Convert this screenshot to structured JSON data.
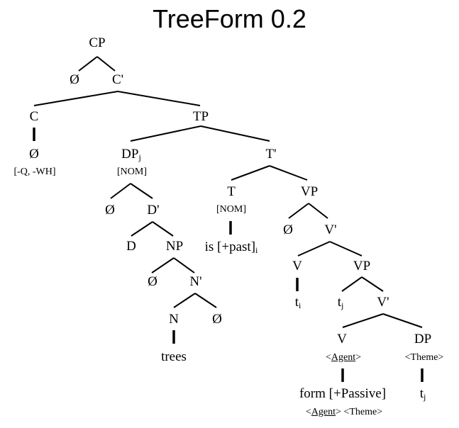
{
  "title": "TreeForm 0.2",
  "tree": {
    "cp": "CP",
    "cp_spec": "Ø",
    "c_bar": "C'",
    "c": "C",
    "c_head": "Ø",
    "c_features": "[-Q, -WH]",
    "tp": "TP",
    "dp": "DP",
    "dp_index": "j",
    "dp_case": "[NOM]",
    "dp_spec": "Ø",
    "d_bar": "D'",
    "d": "D",
    "np": "NP",
    "np_spec": "Ø",
    "n_bar": "N'",
    "n": "N",
    "n_comp": "Ø",
    "n_word": "trees",
    "t_bar": "T'",
    "t": "T",
    "t_case": "[NOM]",
    "t_word": "is [+past]",
    "t_index": "i",
    "vp1": "VP",
    "vp1_spec": "Ø",
    "v_bar1": "V'",
    "v1": "V",
    "trace_i": "t",
    "trace_i_index": "i",
    "vp2": "VP",
    "trace_j1": "t",
    "trace_j1_index": "j",
    "v_bar2": "V'",
    "v2": "V",
    "v2_role_open": "<",
    "v2_role": "Agent",
    "v2_role_close": ">",
    "dp2": "DP",
    "dp2_role": "<Theme>",
    "v_word": "form [+Passive]",
    "v_roles_open": "<",
    "v_roles_agent": "Agent",
    "v_roles_rest": "> <Theme>",
    "trace_j2": "t",
    "trace_j2_index": "j"
  }
}
